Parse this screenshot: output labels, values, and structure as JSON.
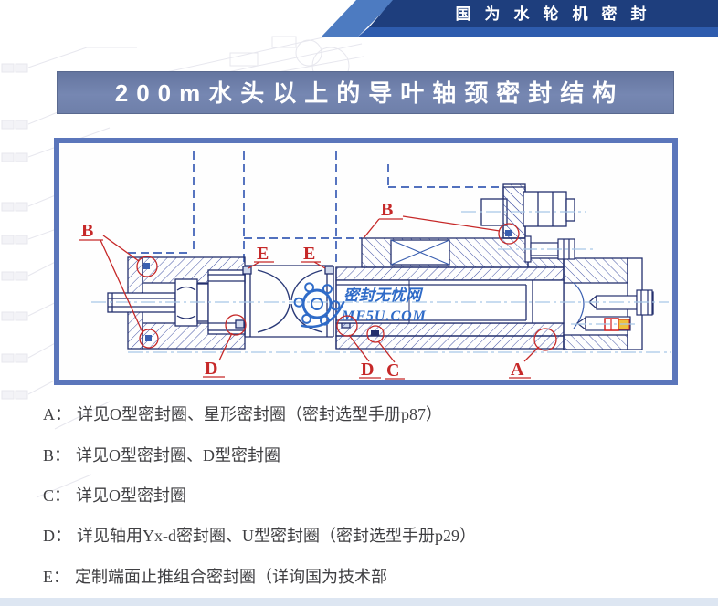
{
  "header": {
    "brand_title": "国为水轮机密封"
  },
  "banner": {
    "title": "200m水头以上的导叶轴颈密封结构"
  },
  "diagram": {
    "callouts": {
      "a": "A",
      "b": "B",
      "c": "C",
      "d": "D",
      "e": "E"
    },
    "watermark": {
      "site_name": "密封无忧网",
      "site_url": "MF5U.COM"
    }
  },
  "notes": [
    {
      "label": "A：",
      "text": "详见O型密封圈、星形密封圈（密封选型手册p87）"
    },
    {
      "label": "B：",
      "text": "详见O型密封圈、D型密封圈"
    },
    {
      "label": "C：",
      "text": "详见O型密封圈"
    },
    {
      "label": "D：",
      "text": "详见轴用Yx-d密封圈、U型密封圈（密封选型手册p29）"
    },
    {
      "label": "E：",
      "text": "定制端面止推组合密封圈（详询国为技术部"
    }
  ],
  "colors": {
    "callout_red": "#c62828",
    "outline_navy": "#24306e",
    "hatch_blue": "#4656a6",
    "hidden_line_blue": "#3a5db5",
    "centerline_blue": "#a8c8e8",
    "diagram_border_blue": "#5b76bb",
    "banner_bg": "#7383ab",
    "header_navy": "#1e3e7d",
    "header_strip_blue": "#2e5cae",
    "header_band_blue": "#4d7bc1",
    "watermark_blue": "#2f6bc8",
    "highlight_yellow": "#f0c23c",
    "bottom_strip": "#dde6f2"
  }
}
